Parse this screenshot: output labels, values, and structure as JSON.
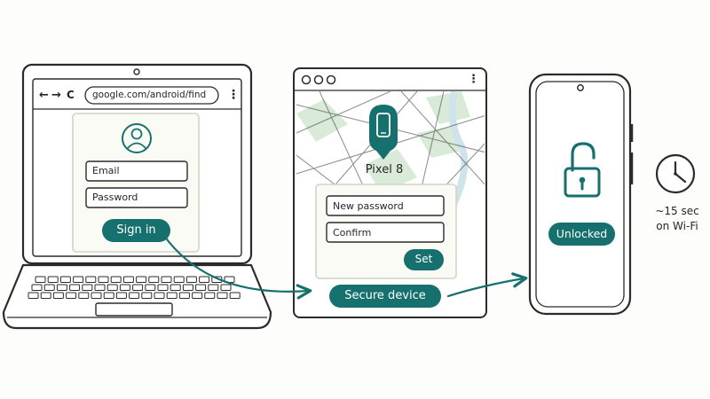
{
  "colors": {
    "accent": "#16716e",
    "ink": "#2b2b2b",
    "map_green": "#d9ead8",
    "map_water": "#cfe3ea",
    "panel_bg": "#fbfbf6",
    "panel_border": "#d3d3c7"
  },
  "laptop": {
    "url": "google.com/android/find",
    "nav_back": "←",
    "nav_forward": "→",
    "nav_reload": "C",
    "menu": "⋮",
    "email_placeholder": "Email",
    "password_placeholder": "Password",
    "sign_in_label": "Sign in",
    "avatar_icon": "user-avatar-icon"
  },
  "browser": {
    "menu": "⋮",
    "device_name": "Pixel 8",
    "new_password_placeholder": "New password",
    "confirm_placeholder": "Confirm",
    "set_label": "Set",
    "secure_device_label": "Secure device",
    "pin_icon": "phone-location-pin-icon"
  },
  "phone": {
    "status_label": "Unlocked",
    "lock_icon": "unlocked-padlock-icon"
  },
  "timing": {
    "line1": "~15 sec",
    "line2": "on Wi-Fi",
    "clock_icon": "clock-icon"
  }
}
